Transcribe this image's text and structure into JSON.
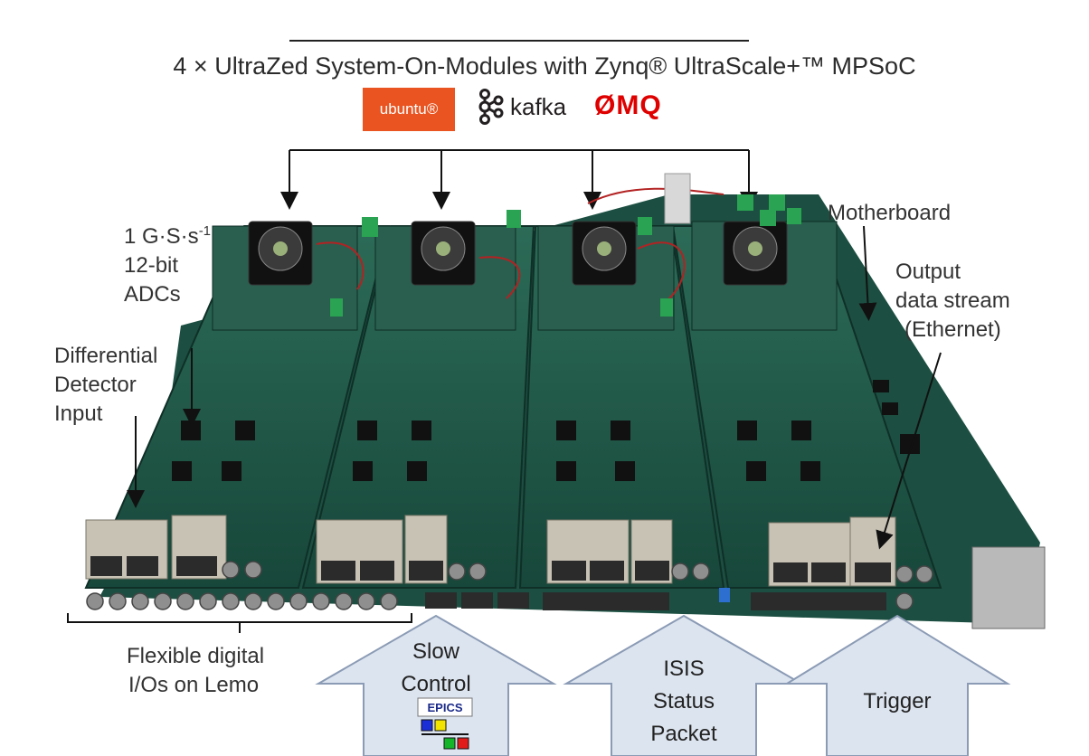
{
  "header": {
    "title": "4 × UltraZed System-On-Modules with Zynq® UltraScale+™ MPSoC"
  },
  "logos": {
    "ubuntu": "ubuntu®",
    "kafka": "kafka",
    "zmq": "ØMQ",
    "epics": "EPICS"
  },
  "labels": {
    "adc_line1": "1 G·S·s",
    "adc_sup": "-1",
    "adc_line2": "12-bit",
    "adc_line3": "ADCs",
    "diff_line1": "Differential",
    "diff_line2": "Detector",
    "diff_line3": "Input",
    "motherboard": "Motherboard",
    "output_line1": "Output",
    "output_line2": "data stream",
    "output_line3": "(Ethernet)",
    "lemo_line1": "Flexible digital",
    "lemo_line2": "I/Os on Lemo"
  },
  "arrows": {
    "slow_line1": "Slow",
    "slow_line2": "Control",
    "isis_line1": "ISIS",
    "isis_line2": "Status",
    "isis_line3": "Packet",
    "trigger": "Trigger"
  },
  "colors": {
    "pcb": "#1f5a49",
    "arrow_fill": "#dce4ef",
    "arrow_stroke": "#8b9bb5",
    "ubuntu": "#e95420",
    "zmq": "#df0000"
  }
}
